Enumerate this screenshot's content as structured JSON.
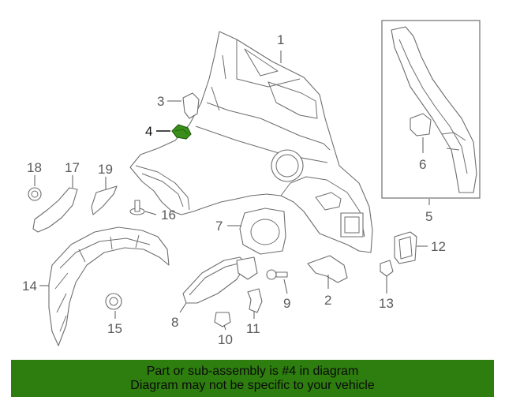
{
  "callouts": {
    "c1": "1",
    "c2": "2",
    "c3": "3",
    "c4": "4",
    "c5": "5",
    "c6": "6",
    "c7": "7",
    "c8": "8",
    "c9": "9",
    "c10": "10",
    "c11": "11",
    "c12": "12",
    "c13": "13",
    "c14": "14",
    "c15": "15",
    "c16": "16",
    "c17": "17",
    "c18": "18",
    "c19": "19"
  },
  "highlight": {
    "part": "4",
    "color": "#3a8f1a"
  },
  "banner": {
    "line1": "Part or sub-assembly is #4 in diagram",
    "line2": "Diagram may not be specific to your vehicle",
    "color": "#2e7d0f"
  }
}
